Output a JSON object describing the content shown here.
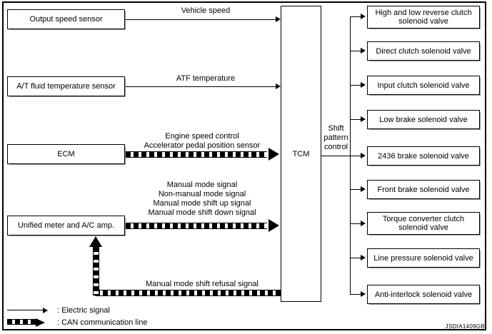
{
  "diagram": {
    "reference_code": "JSDIA1409GB",
    "colors": {
      "line": "#000000",
      "background": "#ffffff",
      "shadow": "#9a9a9a"
    }
  },
  "inputs": [
    {
      "name": "output-speed-sensor",
      "label": "Output speed sensor",
      "signal_label": "Vehicle speed",
      "signal_type": "electric"
    },
    {
      "name": "at-fluid-temperature-sensor",
      "label": "A/T fluid temperature sensor",
      "signal_label": "ATF temperature",
      "signal_type": "electric"
    },
    {
      "name": "ecm",
      "label": "ECM",
      "signal_label": "Engine speed control\nAccelerator pedal position sensor",
      "signal_type": "can"
    },
    {
      "name": "unified-meter-and-ac-amp",
      "label": "Unified meter and A/C amp.",
      "signal_label": "Manual mode signal\nNon-manual mode signal\nManual mode shift up signal\nManual mode shift down signal",
      "signal_type": "can"
    }
  ],
  "feedback": {
    "name": "manual-mode-shift-refusal",
    "label": "Manual mode shift refusal signal",
    "signal_type": "can"
  },
  "controller": {
    "label": "TCM",
    "output_label": "Shift\npattern\ncontrol",
    "output_label_lines": [
      "Shift",
      "pattern",
      "control"
    ]
  },
  "outputs": [
    {
      "name": "high-and-low-reverse-clutch-solenoid-valve",
      "label": "High and low reverse clutch\nsolenoid valve"
    },
    {
      "name": "direct-clutch-solenoid-valve",
      "label": "Direct clutch solenoid valve"
    },
    {
      "name": "input-clutch-solenoid-valve",
      "label": "Input clutch solenoid valve"
    },
    {
      "name": "low-brake-solenoid-valve",
      "label": "Low brake solenoid valve"
    },
    {
      "name": "2436-brake-solenoid-valve",
      "label": "2436 brake solenoid valve"
    },
    {
      "name": "front-brake-solenoid-valve",
      "label": "Front brake solenoid valve"
    },
    {
      "name": "torque-converter-clutch-solenoid-valve",
      "label": "Torque converter clutch\nsolenoid valve"
    },
    {
      "name": "line-pressure-solenoid-valve",
      "label": "Line pressure solenoid valve"
    },
    {
      "name": "anti-interlock-solenoid-valve",
      "label": "Anti-interlock solenoid valve"
    }
  ],
  "legend": [
    {
      "name": "legend-electric-signal",
      "label": ": Electric signal",
      "type": "electric"
    },
    {
      "name": "legend-can-communication-line",
      "label": ": CAN communication line",
      "type": "can"
    }
  ]
}
